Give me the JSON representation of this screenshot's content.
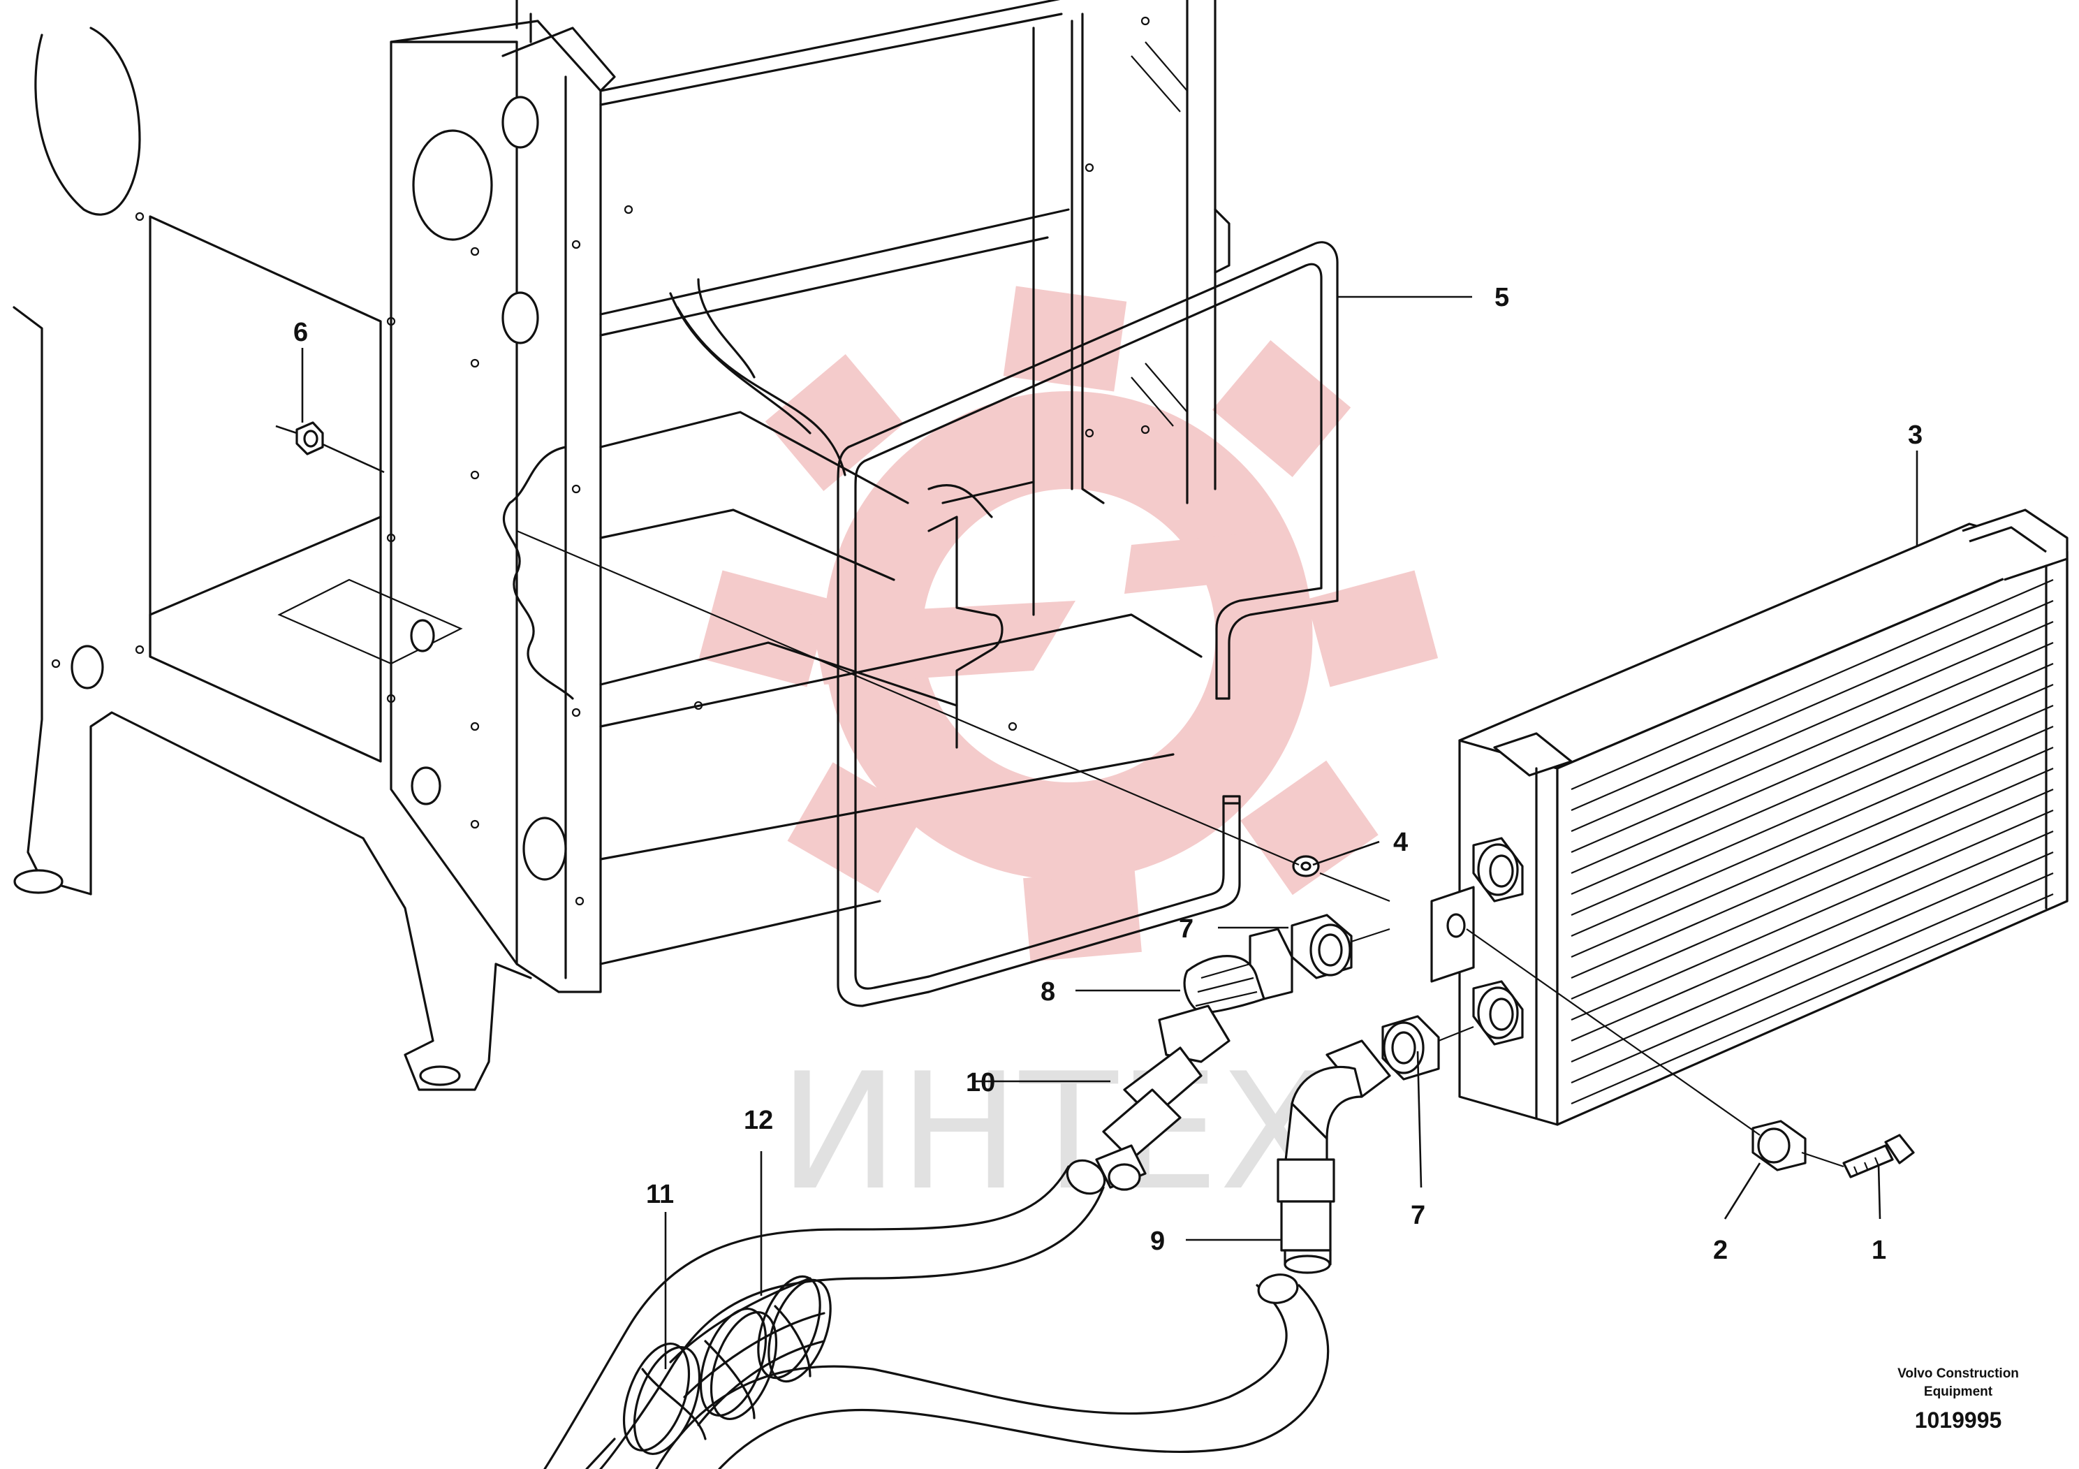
{
  "callouts": {
    "c1": "1",
    "c2": "2",
    "c3": "3",
    "c4": "4",
    "c5": "5",
    "c6": "6",
    "c7a": "7",
    "c7b": "7",
    "c8": "8",
    "c9": "9",
    "c10": "10",
    "c11": "11",
    "c12": "12"
  },
  "credit": {
    "line1": "Volvo Construction",
    "line2": "Equipment"
  },
  "document_number": "1019995",
  "watermark": {
    "text": "ИНТЕХ",
    "gear_color": "#f3c2c2",
    "text_color": "#d8d8d8"
  }
}
